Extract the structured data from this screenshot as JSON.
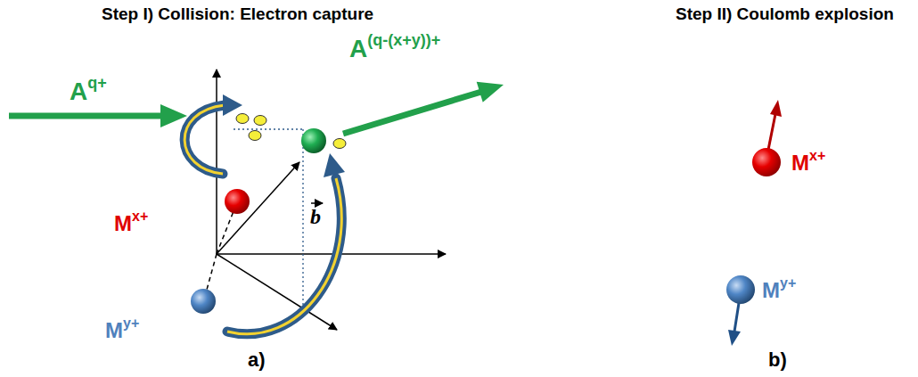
{
  "diagram": {
    "labels": [
      "Step I) Collision: Electron capture",
      "Step II) Coulomb explosion",
      "A",
      "q+",
      "A",
      "(q-(x+y))+",
      "M",
      "x+",
      "M",
      "y+",
      "b",
      "a)",
      "M",
      "x+",
      "M",
      "y+",
      "b)"
    ]
  }
}
